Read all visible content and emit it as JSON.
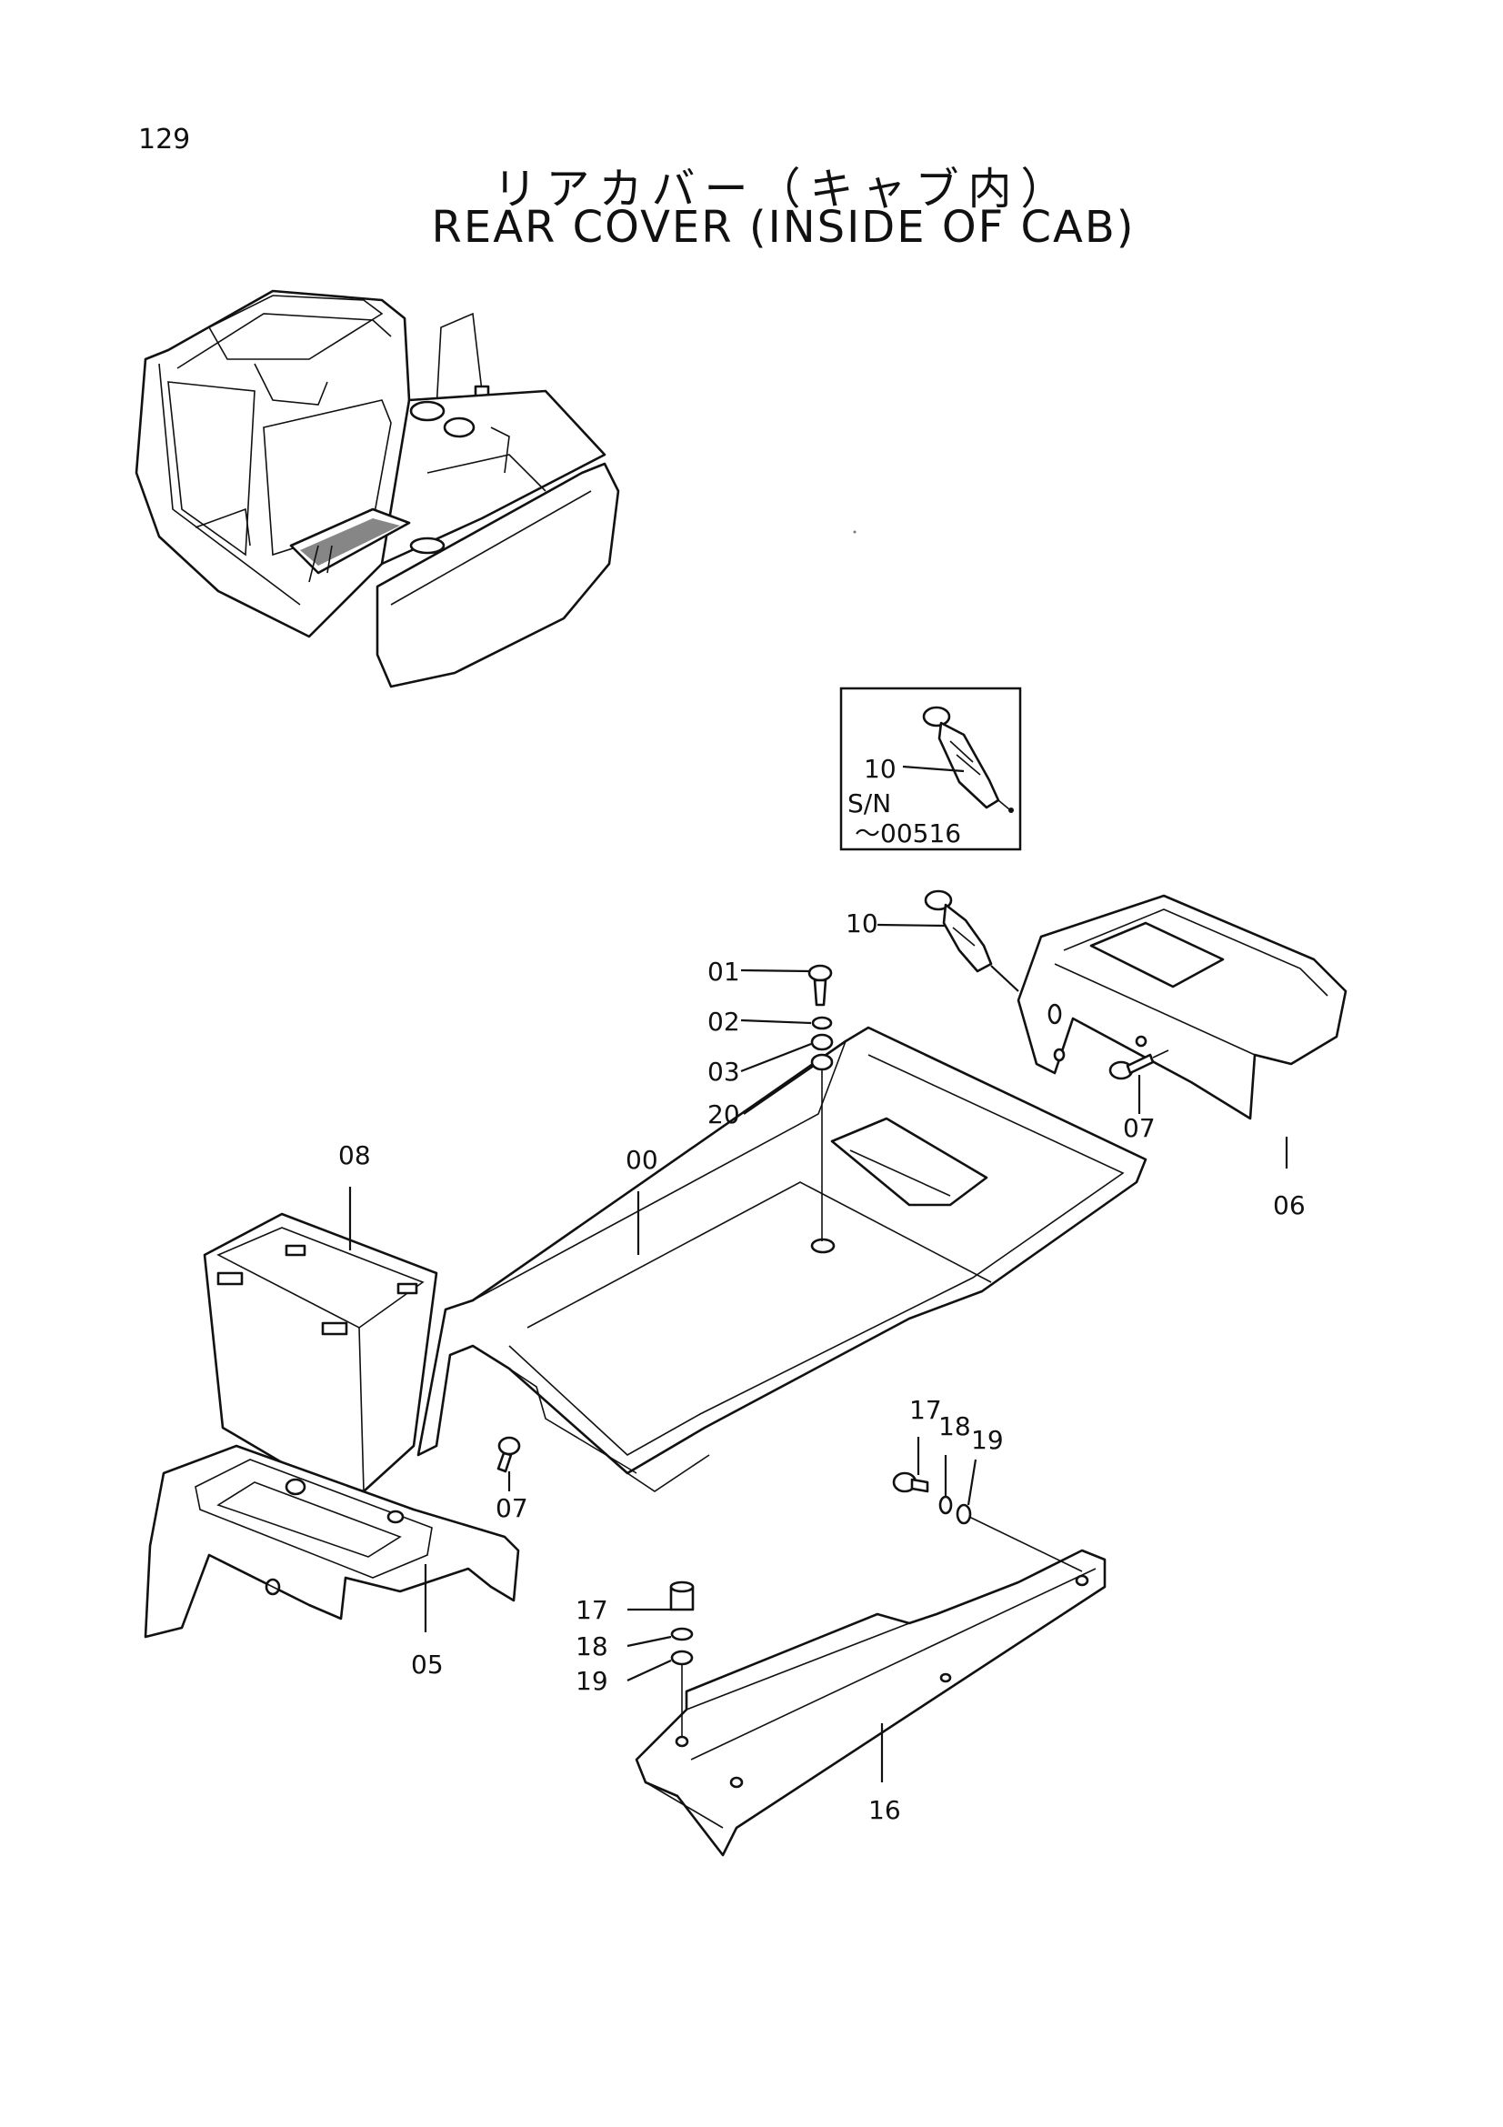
{
  "page_number": "129",
  "title_japanese": "リアカバー（キャブ内）",
  "title_english": "REAR COVER (INSIDE OF CAB)",
  "inset": {
    "part": "10",
    "sn_label": "S/N",
    "sn_range": "～00516"
  },
  "labels": {
    "p00": "00",
    "p01": "01",
    "p02": "02",
    "p03": "03",
    "p05": "05",
    "p06": "06",
    "p07a": "07",
    "p07b": "07",
    "p08": "08",
    "p10": "10",
    "p16": "16",
    "p17a": "17",
    "p18a": "18",
    "p19a": "19",
    "p17b": "17",
    "p18b": "18",
    "p19b": "19",
    "p20": "20"
  }
}
